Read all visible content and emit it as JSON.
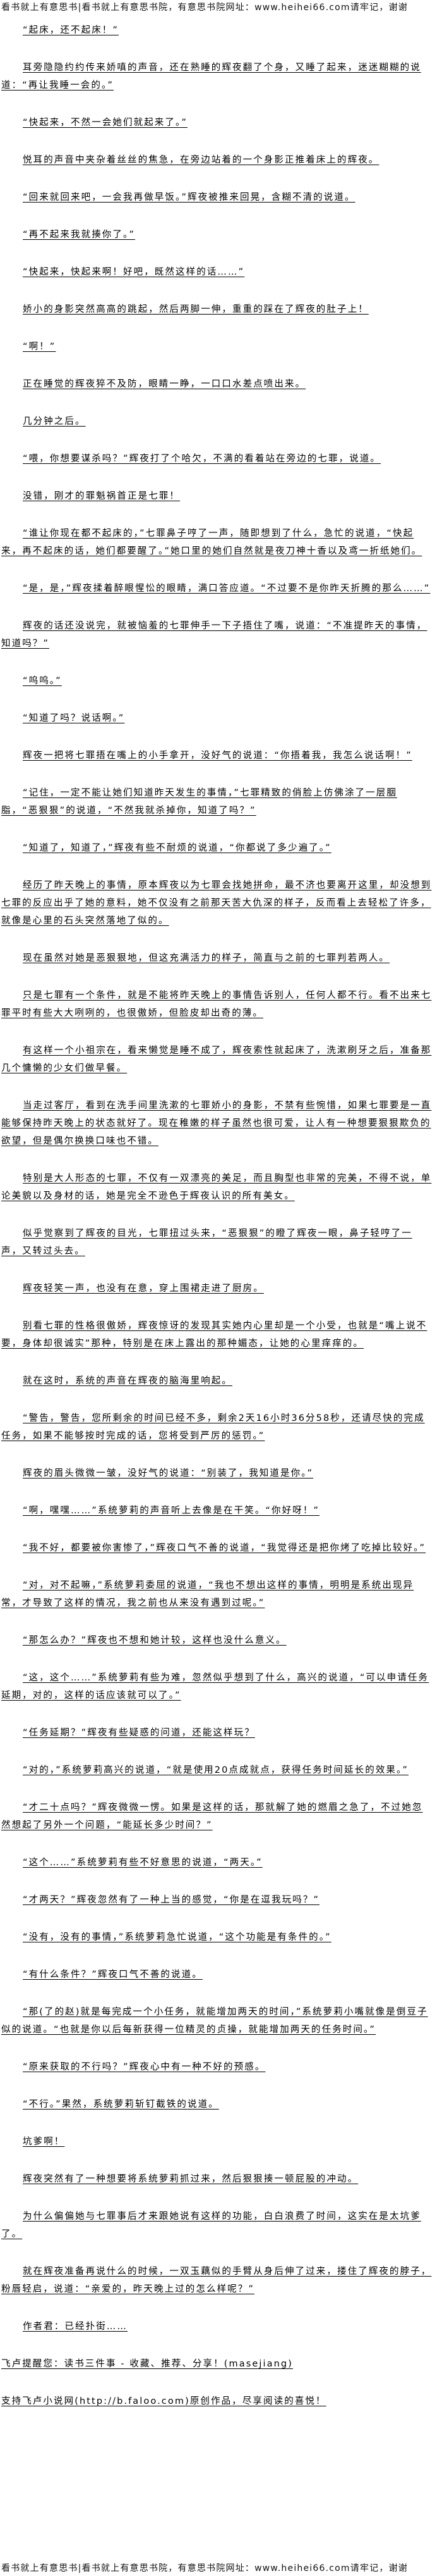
{
  "site_banner": "看书就上有意思书|看书就上有意思书院，有意思书院网址：www.heihei66.com请牢记，谢谢",
  "paragraphs": [
    "“起床，还不起床！”",
    "耳旁隐隐约约传来娇嗔的声音，还在熟睡的辉夜翻了个身，又睡了起来，迷迷糊糊的说道：“再让我睡一会的。”",
    "“快起来，不然一会她们就起来了。”",
    "悦耳的声音中夹杂着丝丝的焦急，在旁边站着的一个身影正推着床上的辉夜。",
    "“回来就回来吧，一会我再做早饭。”辉夜被推来回晃，含糊不清的说道。",
    "“再不起来我就揍你了。”",
    "“快起来，快起来啊！好吧，既然这样的话……”",
    "娇小的身影突然高高的跳起，然后两脚一伸，重重的踩在了辉夜的肚子上！",
    "“啊！”",
    "正在睡觉的辉夜猝不及防，眼睛一睁，一口口水差点喷出来。",
    "几分钟之后。",
    "“喂，你想要谋杀吗？”辉夜打了个哈欠，不满的看着站在旁边的七罪，说道。",
    "没错，刚才的罪魁祸首正是七罪！",
    "“谁让你现在都不起床的，”七罪鼻子哼了一声，随即想到了什么，急忙的说道，“快起来，再不起床的话，她们都要醒了。”她口里的她们自然就是夜刀神十香以及鸢一折纸她们。",
    "“是，是，”辉夜揉着醉眼惺忪的眼睛，满口答应道。“不过要不是你昨天折腾的那么……”",
    "辉夜的话还没说完，就被恼羞的七罪伸手一下子捂住了嘴，说道：“不准提昨天的事情，知道吗？”",
    "“呜呜。”",
    "“知道了吗？说话啊。”",
    "辉夜一把将七罪捂在嘴上的小手拿开，没好气的说道：“你捂着我，我怎么说话啊！”",
    "“记住，一定不能让她们知道昨天发生的事情，”七罪精致的俏脸上仿佛涂了一层胭脂，“恶狠狠”的说道，“不然我就杀掉你，知道了吗？”",
    "“知道了，知道了，”辉夜有些不耐烦的说道，“你都说了多少遍了。”",
    "经历了昨天晚上的事情，原本辉夜以为七罪会找她拼命，最不济也要离开这里，却没想到七罪的反应出乎了她的意料，她不仅没有之前那天苦大仇深的样子，反而看上去轻松了许多，就像是心里的石头突然落地了似的。",
    "现在虽然对她是恶狠狠地，但这充满活力的样子，简直与之前的七罪判若两人。",
    "只是七罪有一个条件，就是不能将昨天晚上的事情告诉别人，任何人都不行。看不出来七罪平时有些大大咧咧的，也很傲娇，但脸皮却出奇的薄。",
    "有这样一个小祖宗在，看来懒觉是睡不成了，辉夜索性就起床了，洗漱刷牙之后，准备那几个慵懒的少女们做早餐。",
    "当走过客厅，看到在洗手间里洗漱的七罪娇小的身影，不禁有些惋惜，如果七罪要是一直能够保持昨天晚上的状态就好了。现在稚嫩的样子虽然也很可爱，让人有一种想要狠狠欺负的欲望，但是偶尔换换口味也不错。",
    "特别是大人形态的七罪，不仅有一双漂亮的美足，而且胸型也非常的完美，不得不说，单论美貌以及身材的话，她是完全不逊色于辉夜认识的所有美女。",
    "似乎觉察到了辉夜的目光，七罪扭过头来，“恶狠狠”的瞪了辉夜一眼，鼻子轻哼了一声，又转过头去。",
    "辉夜轻笑一声，也没有在意，穿上围裙走进了厨房。",
    "别看七罪的性格很傲娇，辉夜惊讶的发现其实她内心里却是一个小受，也就是“嘴上说不要，身体却很诚实”那种，特别是在床上露出的那种媚态，让她的心里痒痒的。",
    "就在这时，系统的声音在辉夜的脑海里响起。",
    "“警告，警告，您所剩余的时间已经不多，剩余2天16小时36分58秒，还请尽快的完成任务，如果不能够按时完成的话，您将受到严厉的惩罚。”",
    "辉夜的眉头微微一皱，没好气的说道：“别装了，我知道是你。”",
    "“啊，嘿嘿……”系统萝莉的声音听上去像是在干笑。“你好呀！”",
    "“我不好，都要被你害惨了，”辉夜口气不善的说道，“我觉得还是把你烤了吃掉比较好。”",
    "“对，对不起嘛，”系统萝莉委屈的说道，“我也不想出这样的事情，明明是系统出现异常，才导致了这样的情况，我之前也从来没有遇到过呢。”",
    "“那怎么办？”辉夜也不想和她计较，这样也没什么意义。",
    "“这，这个……”系统萝莉有些为难，忽然似乎想到了什么，高兴的说道，“可以申请任务延期，对的，这样的话应该就可以了。”",
    "“任务延期？”辉夜有些疑惑的问道，还能这样玩？",
    "“对的，”系统萝莉高兴的说道，“就是使用20点成就点，获得任务时间延长的效果。”",
    "“才二十点吗？”辉夜微微一愣。如果是这样的话，那就解了她的燃眉之急了，不过她忽然想起了另外一个问题，“能延长多少时间？”",
    "“这个……”系统萝莉有些不好意思的说道，“两天。”",
    "“才两天？”辉夜忽然有了一种上当的感觉，“你是在逗我玩吗？”",
    "“没有，没有的事情，”系统萝莉急忙说道，“这个功能是有条件的。”",
    "“有什么条件？”辉夜口气不善的说道。",
    "“那(了的赵)就是每完成一个小任务，就能增加两天的时间，”系统萝莉小嘴就像是倒豆子似的说道。“也就是你以后每新获得一位精灵的贞操，就能增加两天的任务时间。”",
    "“原来获取的不行吗？”辉夜心中有一种不好的预感。",
    "“不行。”果然，系统萝莉斩钉截铁的说道。",
    "坑爹啊！",
    "辉夜突然有了一种想要将系统萝莉抓过来，然后狠狠揍一顿屁股的冲动。",
    "为什么偏偏她与七罪事后才来跟她说有这样的功能，白白浪费了时间，这实在是太坑爹了。",
    "就在辉夜准备再说什么的时候，一双玉藕似的手臂从身后伸了过来，搂住了辉夜的脖子，粉唇轻启，说道：“亲爱的，昨天晚上过的怎么样呢？”",
    "作者君：已经扑街……"
  ],
  "notices": [
    "飞卢提醒您：读书三件事 - 收藏、推荐、分享！(masejiang)",
    "支持飞卢小说网(http://b.faloo.com)原创作品，尽享阅读的喜悦！"
  ]
}
